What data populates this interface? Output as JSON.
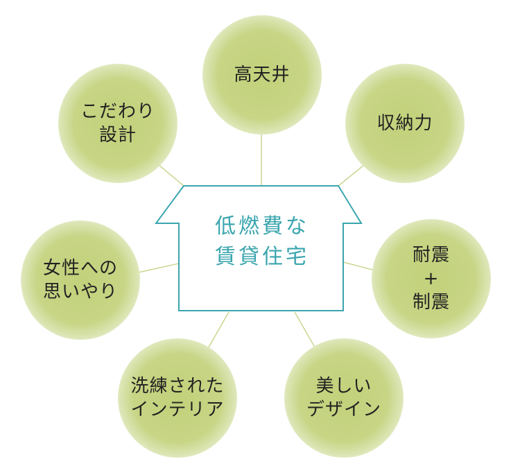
{
  "center": {
    "line1": "低燃費な",
    "line2": "賃貸住宅"
  },
  "features": {
    "high_ceiling": {
      "line1": "高天井"
    },
    "storage": {
      "line1": "収納力"
    },
    "custom_design": {
      "line1": "こだわり",
      "line2": "設計"
    },
    "seismic": {
      "line1": "耐震",
      "line2": "+",
      "line3": "制震"
    },
    "women": {
      "line1": "女性への",
      "line2": "思いやり"
    },
    "interior": {
      "line1": "洗練された",
      "line2": "インテリア"
    },
    "beautiful_design": {
      "line1": "美しい",
      "line2": "デザイン"
    }
  },
  "colors": {
    "house_outline": "#3aa5ae",
    "center_text": "#3aa5ae",
    "bubble_fill": "#c2d17a",
    "connector": "#c9d68f"
  }
}
